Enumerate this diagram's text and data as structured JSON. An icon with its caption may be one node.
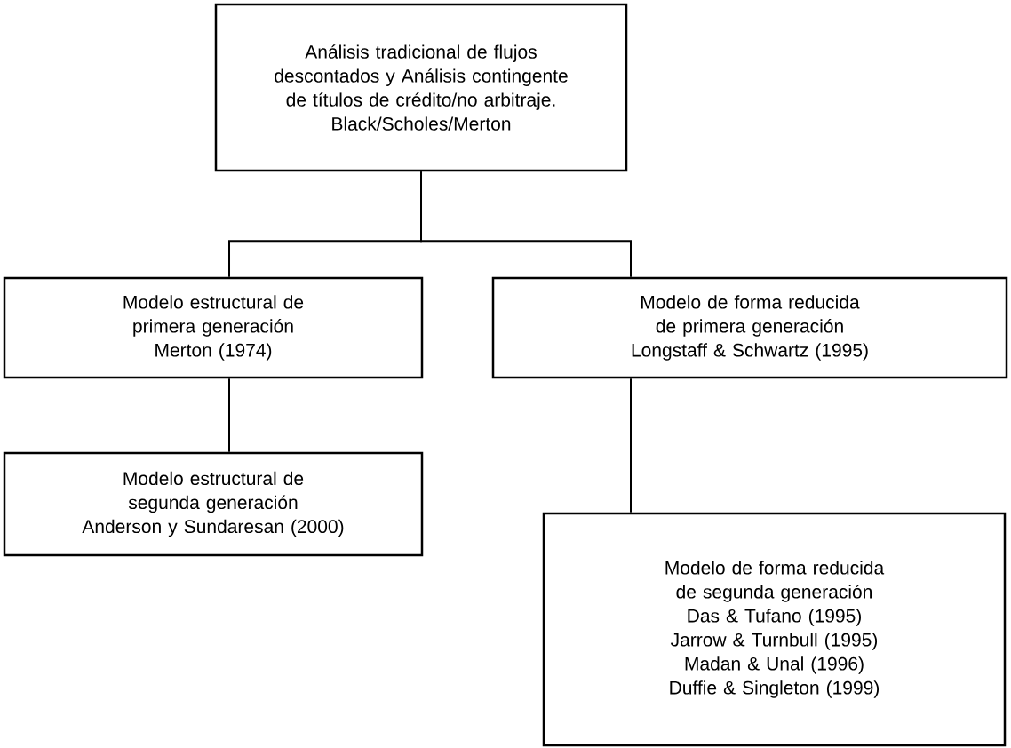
{
  "diagram": {
    "nodes": [
      {
        "text": [
          "Análisis tradicional de flujos descontados y Análisis contingente de títulos de crédito/no arbitraje.",
          "Black/Scholes/Merton"
        ]
      },
      {
        "text": [
          "Modelo estructural de primera generación",
          "Merton (1974)"
        ]
      },
      {
        "text": [
          "Modelo de forma reducida de primera generación",
          "Longstaff & Schwartz (1995)"
        ]
      },
      {
        "text": [
          "Modelo estructural de segunda generación",
          "Anderson y Sundaresan (2000)"
        ]
      },
      {
        "text": [
          "Modelo de forma reducida de segunda generación",
          "Das & Tufano (1995)",
          "Jarrow & Turnbull (1995)",
          "Madan & Unal (1996)",
          "Duffie & Singleton (1999)"
        ]
      }
    ],
    "edges": [
      {
        "from": 0,
        "to": 1,
        "arrow": "none"
      },
      {
        "from": 0,
        "to": 2,
        "arrow": "none"
      },
      {
        "from": 1,
        "to": 3,
        "arrow": "none"
      },
      {
        "from": 2,
        "to": 4,
        "arrow": "none"
      }
    ]
  }
}
